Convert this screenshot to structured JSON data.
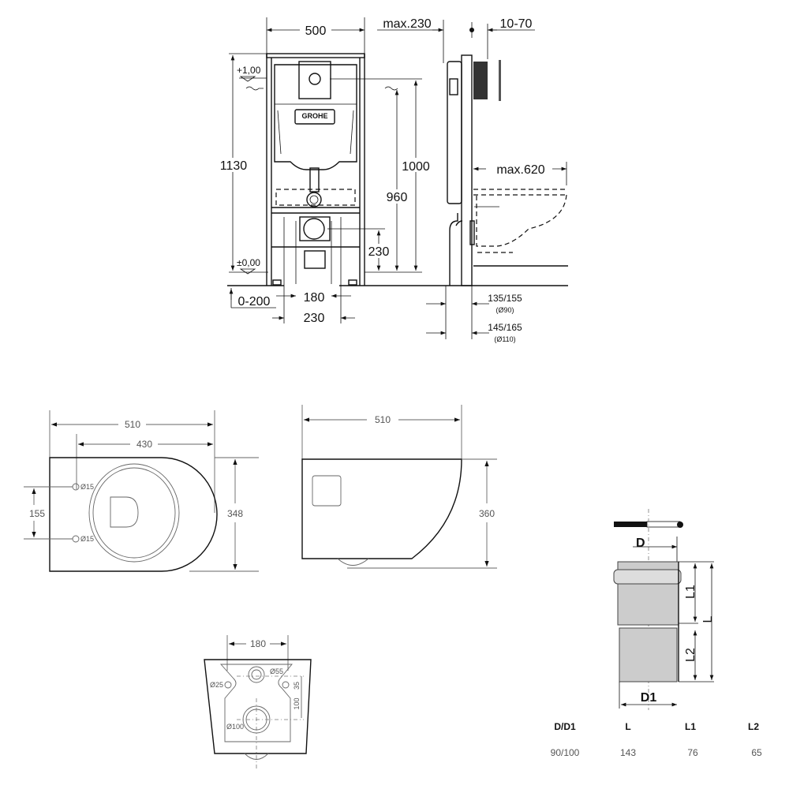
{
  "frame_front": {
    "width": "500",
    "height_total": "1130",
    "level_top": "+1,00",
    "level_floor": "±0,00",
    "height_1000": "1000",
    "height_960": "960",
    "height_230": "230",
    "offset": "0-200",
    "spacing_180": "180",
    "spacing_230": "230",
    "logo": "GROHE"
  },
  "frame_side": {
    "max_depth": "max.230",
    "plate_depth": "10-70",
    "max_projection": "max.620",
    "dim_90": "135/155",
    "dim_90_sub": "(Ø90)",
    "dim_110": "145/165",
    "dim_110_sub": "(Ø110)"
  },
  "bowl_top": {
    "length": "510",
    "hole_distance": "430",
    "hole_spacing": "155",
    "width": "348",
    "hole_1": "Ø15",
    "hole_2": "Ø15"
  },
  "bowl_side": {
    "length": "510",
    "height": "360"
  },
  "bowl_back": {
    "spacing": "180",
    "hole_55": "Ø55",
    "hole_25": "Ø25",
    "hole_100": "Ø100",
    "dim_35": "35",
    "dim_100": "100"
  },
  "pipe": {
    "label_d": "D",
    "label_d1": "D1",
    "label_l": "L",
    "label_l1": "L1",
    "label_l2": "L2",
    "table": {
      "headers": [
        "D/D1",
        "L",
        "L1",
        "L2"
      ],
      "values": [
        "90/100",
        "143",
        "76",
        "65"
      ]
    }
  }
}
